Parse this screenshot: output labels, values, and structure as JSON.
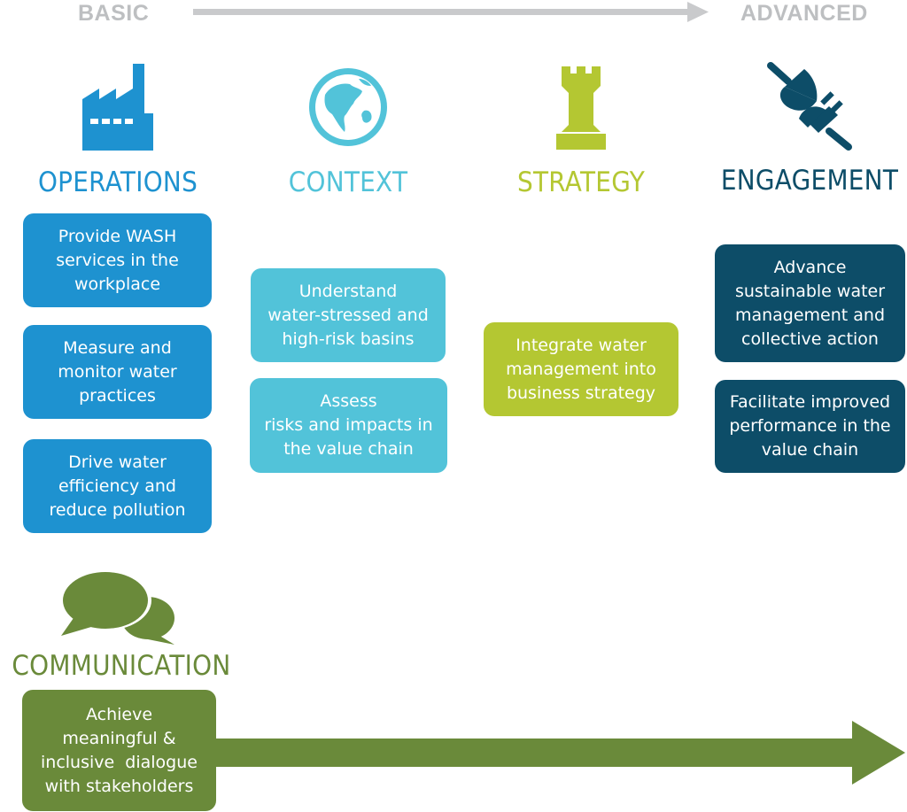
{
  "scale": {
    "start_label": "BASIC",
    "end_label": "ADVANCED",
    "color": "#bdbfc1"
  },
  "columns": [
    {
      "id": "operations",
      "title": "OPERATIONS",
      "color": "#1e92d0",
      "icon": "factory-icon",
      "items": [
        [
          "Provide WASH",
          "services in the",
          "workplace"
        ],
        [
          "Measure and",
          "monitor water",
          "practices"
        ],
        [
          "Drive water",
          "efficiency and",
          "reduce pollution"
        ]
      ]
    },
    {
      "id": "context",
      "title": "CONTEXT",
      "color": "#52c3d9",
      "icon": "globe-icon",
      "items": [
        [
          "Understand",
          "water-stressed and",
          "high-risk basins"
        ],
        [
          "Assess",
          "risks and impacts in",
          "the value chain"
        ]
      ]
    },
    {
      "id": "strategy",
      "title": "STRATEGY",
      "color": "#b4c732",
      "icon": "chess-rook-icon",
      "items": [
        [
          "Integrate water",
          "management into",
          "business strategy"
        ]
      ]
    },
    {
      "id": "engagement",
      "title": "ENGAGEMENT",
      "color": "#0d4d68",
      "icon": "plug-icon",
      "items": [
        [
          "Advance",
          "sustainable water",
          "management and",
          "collective action"
        ],
        [
          "Facilitate improved",
          "performance in the",
          "value chain"
        ]
      ]
    }
  ],
  "communication": {
    "title": "COMMUNICATION",
    "color": "#6a8a3a",
    "icon": "speech-bubbles-icon",
    "items": [
      [
        "Achieve",
        "meaningful &",
        "inclusive  dialogue",
        "with stakeholders"
      ]
    ]
  }
}
